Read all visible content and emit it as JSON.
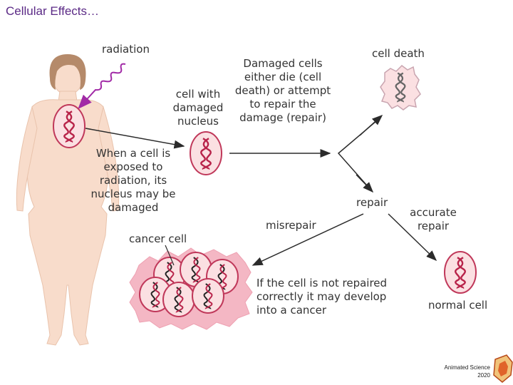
{
  "slide": {
    "title": "Cellular Effects…"
  },
  "diagram": {
    "radiation_label": "radiation",
    "damaged_cell_label": "cell with damaged nucleus",
    "outcome_text": "Damaged cells either die (cell death) or attempt to repair the damage (repair)",
    "cell_death_label": "cell death",
    "exposure_text": "When a cell is exposed to radiation, its nucleus may be damaged",
    "repair_label": "repair",
    "misrepair_label": "misrepair",
    "accurate_repair_label": "accurate repair",
    "cancer_cell_label": "cancer cell",
    "cancer_text": "If the cell is not repaired correctly it may develop into a cancer",
    "normal_cell_label": "normal cell"
  },
  "colors": {
    "title": "#5b2a86",
    "skin": "#f8dccb",
    "cell_fill": "#fbe0e2",
    "cell_border": "#c0385a",
    "dna": "#b8234a",
    "arrow": "#2b2b2b",
    "radiation_arrow": "#a12aa6",
    "cancer_blob": "#f4b7c4"
  },
  "footer": {
    "brand_line1": "Animated Science",
    "brand_line2": "2020"
  }
}
